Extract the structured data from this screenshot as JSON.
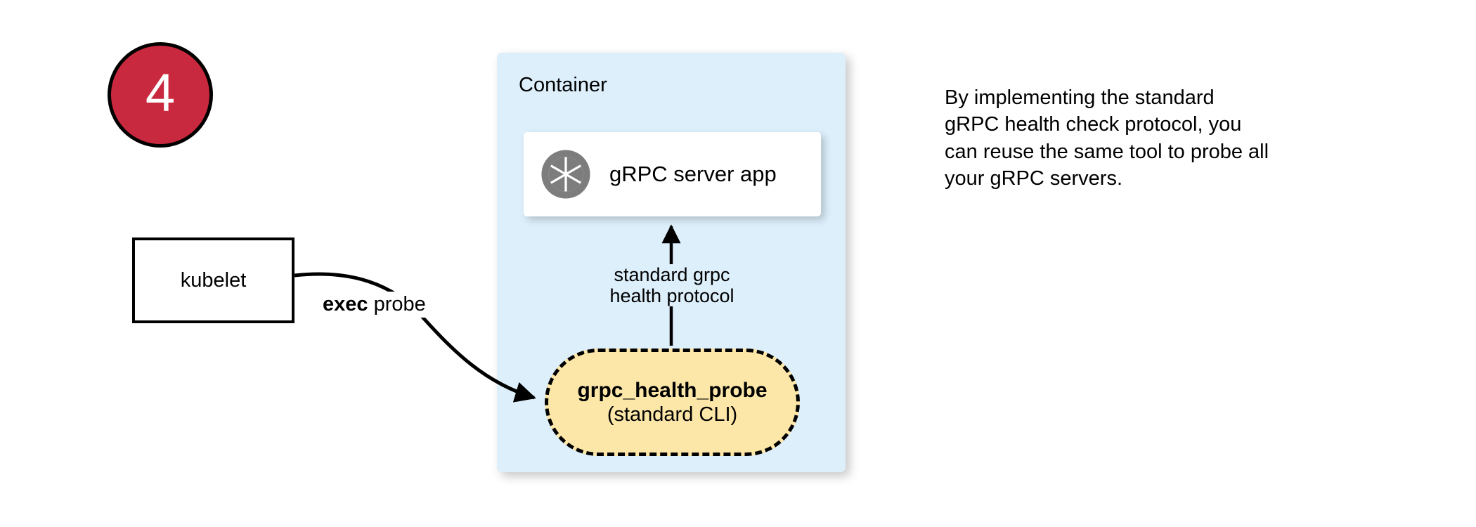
{
  "step": {
    "number": "4"
  },
  "container": {
    "label": "Container",
    "fill_color": "#ddeffb"
  },
  "server_card": {
    "label": "gRPC server app",
    "icon": "aperture-icon",
    "icon_color": "#7d7d7d"
  },
  "protocol_arrow": {
    "line1": "standard grpc",
    "line2": "health protocol",
    "direction": "up"
  },
  "probe": {
    "title": "grpc_health_probe",
    "subtitle": "(standard CLI)",
    "fill_color": "#fce7a8",
    "border_style": "dashed"
  },
  "kubelet": {
    "label": "kubelet"
  },
  "exec_arrow": {
    "label_strong": "exec",
    "label_rest": " probe"
  },
  "note": {
    "line1": "By implementing the standard",
    "line2": "gRPC health check protocol, you",
    "line3": "can reuse the same tool to probe all",
    "line4": "your gRPC servers."
  },
  "colors": {
    "badge_red": "#c9293e",
    "container_blue": "#ddeffb",
    "probe_yellow": "#fce7a8",
    "stroke_black": "#000000",
    "icon_gray": "#7d7d7d"
  }
}
